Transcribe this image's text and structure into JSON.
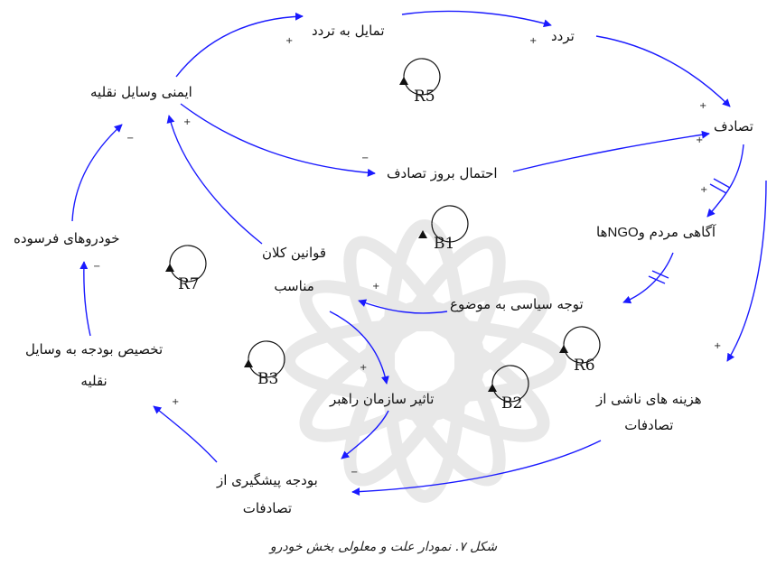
{
  "nodes": {
    "desire_to_travel": "تمایل به تردد",
    "travel": "تردد",
    "vehicle_safety": "ایمنی وسایل نقلیه",
    "accident": "تصادف",
    "accident_probability": "احتمال بروز تصادف",
    "awareness_line": "آگاهی مردم و",
    "awareness_ngo": "NGO",
    "awareness_suffix": "ها",
    "worn_vehicles": "خودروهای فرسوده",
    "proper_policies_l1": "قوانین کلان",
    "proper_policies_l2": "مناسب",
    "political_attention": "توجه سیاسی به موضوع",
    "budget_alloc_l1": "تخصیص بودجه به وسایل",
    "budget_alloc_l2": "نقلیه",
    "steering_org": "تاثیر سازمان راهبر",
    "accident_costs_l1": "هزینه های ناشی از",
    "accident_costs_l2": "تصادفات",
    "prevention_budget_l1": "بودجه پیشگیری از",
    "prevention_budget_l2": "تصادفات"
  },
  "loops": {
    "R5": "R5",
    "R7": "R7",
    "R6": "R6",
    "B1": "B1",
    "B2": "B2",
    "B3": "B3"
  },
  "polarities": {
    "plus": "+",
    "minus": "−"
  },
  "caption": "شکل ۷. نمودار علت و معلولی بخش خودرو",
  "colors": {
    "arrow": "#1a1aff",
    "text": "#111111",
    "watermark": "#e6e6e6"
  }
}
